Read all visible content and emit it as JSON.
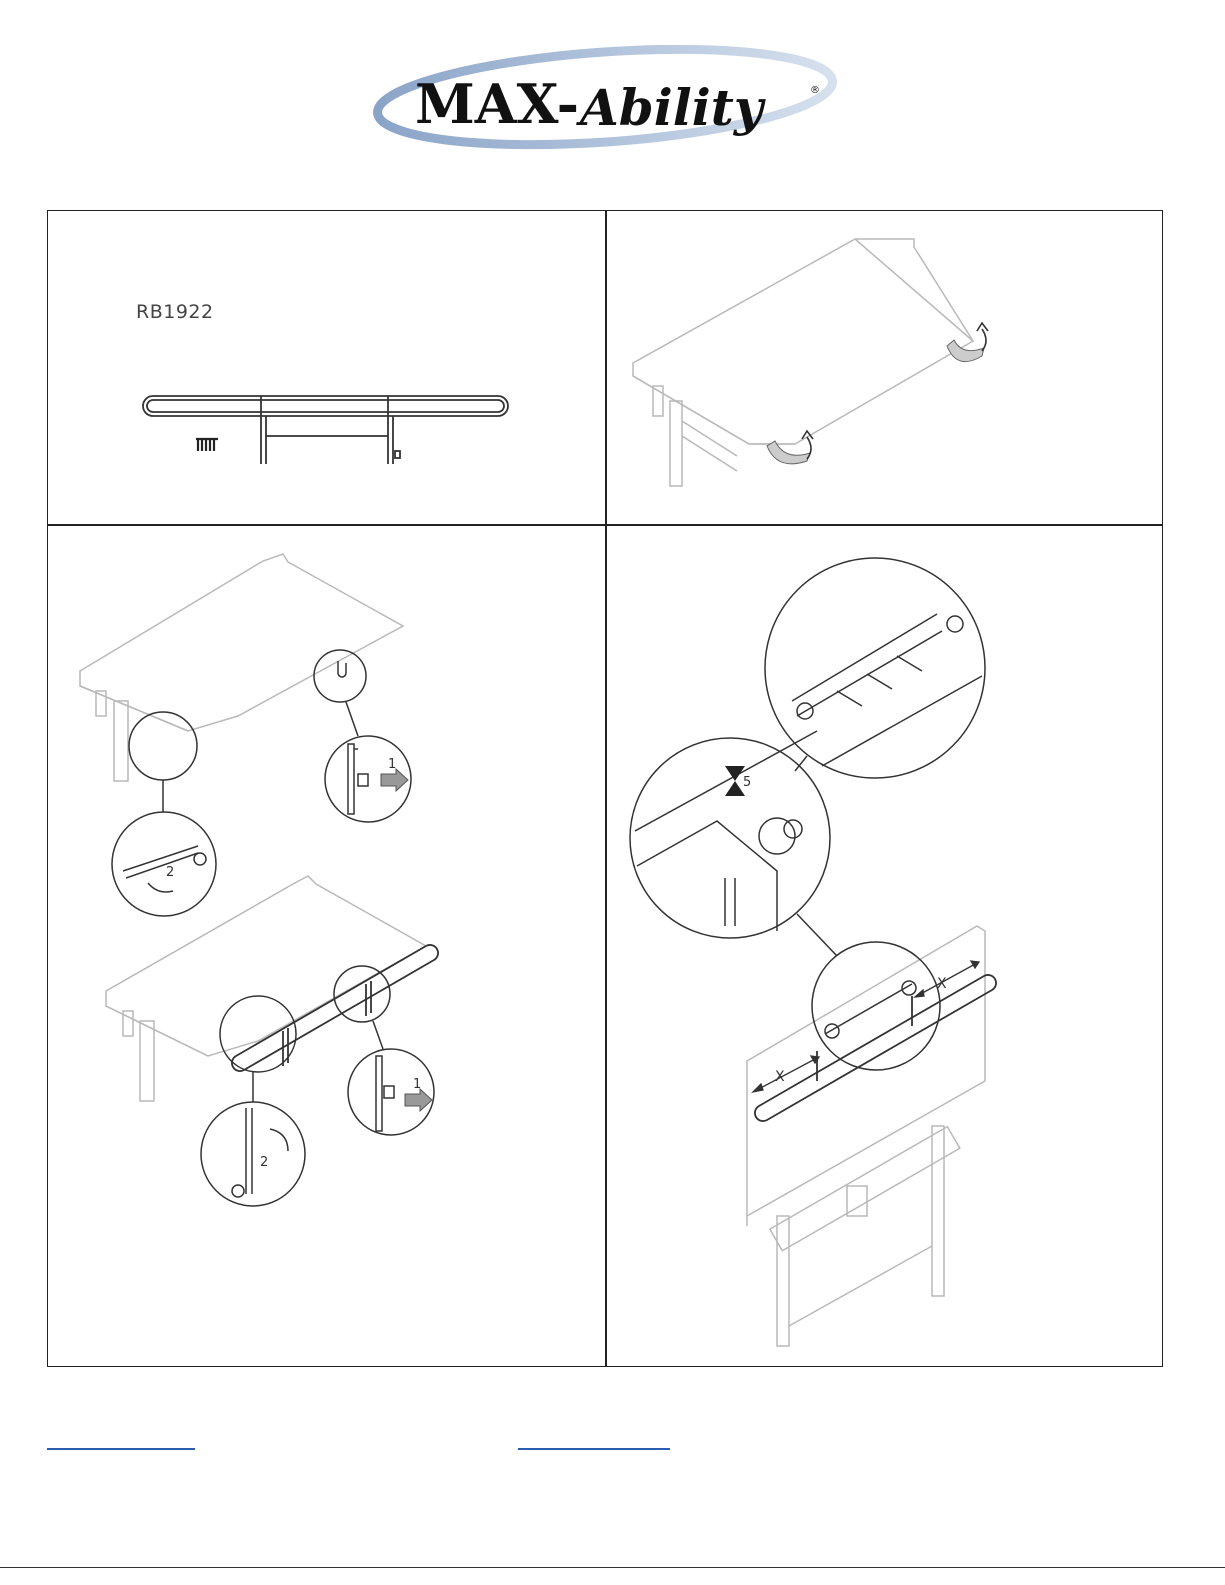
{
  "logo": {
    "text_main": "MAX-",
    "text_script": "Ability",
    "registered": "®"
  },
  "panels": {
    "panel1": {
      "part_number": "RB1922"
    },
    "panel3": {
      "step_upper": "1",
      "step_lower": "2",
      "step_upper_b": "1",
      "step_lower_b": "2"
    },
    "panel4": {
      "gap_label": "5",
      "dim_left": "X",
      "dim_right": "X"
    }
  },
  "colors": {
    "line": "#333333",
    "faint": "#b9b9b9",
    "link": "#2a5db0"
  }
}
